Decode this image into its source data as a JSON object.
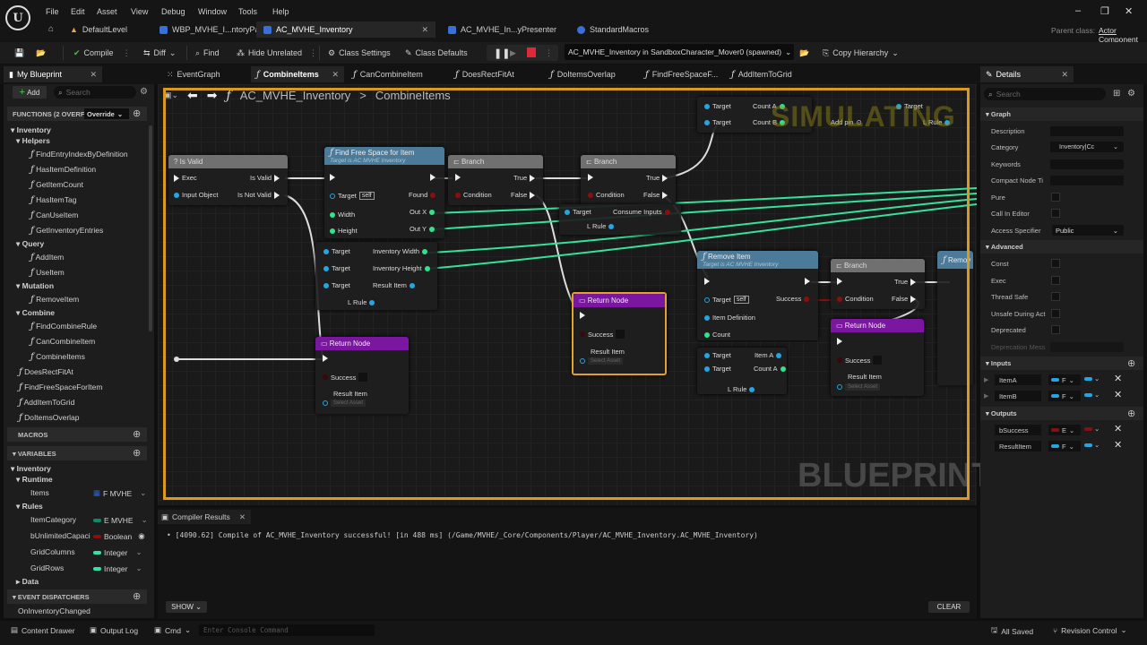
{
  "menu": [
    "File",
    "Edit",
    "Asset",
    "View",
    "Debug",
    "Window",
    "Tools",
    "Help"
  ],
  "doc_tabs": [
    {
      "label": "DefaultLevel",
      "active": false
    },
    {
      "label": "WBP_MVHE_I...ntoryPanel",
      "active": false
    },
    {
      "label": "AC_MVHE_Inventory",
      "active": true
    },
    {
      "label": "AC_MVHE_In...yPresenter",
      "active": false
    },
    {
      "label": "StandardMacros",
      "active": false
    }
  ],
  "parent_class": {
    "label": "Parent class:",
    "value": "Actor Component"
  },
  "toolbar": {
    "compile": "Compile",
    "diff": "Diff",
    "find": "Find",
    "hide_unrelated": "Hide Unrelated",
    "class_settings": "Class Settings",
    "class_defaults": "Class Defaults",
    "debug_object": "AC_MVHE_Inventory in SandboxCharacter_Mover0 (spawned)",
    "copy_hierarchy": "Copy Hierarchy"
  },
  "panel_tabs": {
    "my_blueprint": "My Blueprint",
    "graphs": [
      "EventGraph",
      "CombineItems",
      "CanCombineItem",
      "DoesRectFitAt",
      "DoItemsOverlap",
      "FindFreeSpaceF...",
      "AddItemToGrid"
    ],
    "details": "Details"
  },
  "my_blueprint": {
    "add": "Add",
    "search_placeholder": "Search",
    "functions_header": "FUNCTIONS (2 OVERF",
    "override": "Override",
    "inventory": "Inventory",
    "helpers": "Helpers",
    "helper_fns": [
      "FindEntryIndexByDefinition",
      "HasItemDefinition",
      "GetItemCount",
      "HasItemTag",
      "CanUseItem",
      "GetInventoryEntries"
    ],
    "query": "Query",
    "query_fns": [
      "AddItem",
      "UseItem"
    ],
    "mutation": "Mutation",
    "mutation_fns": [
      "RemoveItem"
    ],
    "combine": "Combine",
    "combine_fns": [
      "FindCombineRule",
      "CanCombineItem",
      "CombineItems"
    ],
    "root_fns": [
      "DoesRectFitAt",
      "FindFreeSpaceForItem",
      "AddItemToGrid",
      "DoItemsOverlap"
    ],
    "macros": "MACROS",
    "variables": "VARIABLES",
    "var_inventory": "Inventory",
    "runtime": "Runtime",
    "rules": "Rules",
    "data": "Data",
    "vars": [
      {
        "name": "Items",
        "type": "F MVHE",
        "color": "#2b63d6"
      },
      {
        "name": "ItemCategory",
        "type": "E MVHE",
        "color": "#0e8a6a"
      },
      {
        "name": "bUnlimitedCapaci",
        "type": "Boolean",
        "color": "#8a0f0f"
      },
      {
        "name": "GridColumns",
        "type": "Integer",
        "color": "#34e2a8"
      },
      {
        "name": "GridRows",
        "type": "Integer",
        "color": "#34e2a8"
      }
    ],
    "event_dispatchers": "EVENT DISPATCHERS",
    "dispatchers": [
      "OnInventoryChanged"
    ]
  },
  "graph": {
    "breadcrumb_owner": "AC_MVHE_Inventory",
    "breadcrumb_sep": ">",
    "breadcrumb_fn": "CombineItems",
    "sim_watermark": "SIMULATING",
    "bp_watermark": "BLUEPRINT",
    "nodes": {
      "is_valid": {
        "title": "Is Valid",
        "exec": "Exec",
        "input": "Input Object",
        "out1": "Is Valid",
        "out2": "Is Not Valid"
      },
      "find_free": {
        "title": "Find Free Space for Item",
        "subtitle": "Target is AC MVHE Inventory",
        "target": "Target",
        "self": "self",
        "found": "Found",
        "width": "Width",
        "height": "Height",
        "outx": "Out X",
        "outy": "Out Y"
      },
      "getters": {
        "target": "Target",
        "inv_w": "Inventory Width",
        "inv_h": "Inventory Height",
        "result": "Result Item",
        "lrule": "L Rule"
      },
      "branch1": {
        "title": "Branch",
        "cond": "Condition",
        "t": "True",
        "f": "False"
      },
      "branch2": {
        "title": "Branch",
        "cond": "Condition",
        "t": "True",
        "f": "False"
      },
      "consume": {
        "target": "Target",
        "consume": "Consume Inputs",
        "lrule": "L Rule"
      },
      "return1": {
        "title": "Return Node",
        "success": "Success",
        "result": "Result Item",
        "select": "Select Asset"
      },
      "return2": {
        "title": "Return Node",
        "success": "Success",
        "result": "Result Item",
        "select": "Select Asset"
      },
      "return3": {
        "title": "Return Node",
        "success": "Success",
        "result": "Result Item",
        "select": "Select Asset"
      },
      "top_right": {
        "target": "Target",
        "counta": "Count A",
        "countb": "Count B",
        "add_pin": "Add pin",
        "count": "Count",
        "itema": "Item A",
        "lrule": "L Rule"
      },
      "remove": {
        "title": "Remove Item",
        "subtitle": "Target is AC MVHE Inventory",
        "target": "Target",
        "self": "self",
        "success": "Success",
        "itemdef": "Item Definition",
        "count": "Count",
        "itema": "Item A",
        "counta": "Count A",
        "lrule": "L Rule"
      },
      "branch3": {
        "title": "Branch",
        "cond": "Condition",
        "t": "True",
        "f": "False"
      },
      "remove2": {
        "title": "Remov"
      }
    }
  },
  "compiler": {
    "tab": "Compiler Results",
    "message": "[4090.62] Compile of AC_MVHE_Inventory successful! [in 488 ms] (/Game/MVHE/_Core/Components/Player/AC_MVHE_Inventory.AC_MVHE_Inventory)",
    "show": "SHOW",
    "clear": "CLEAR"
  },
  "details": {
    "search_placeholder": "Search",
    "graph": "Graph",
    "rows": [
      "Description",
      "Category",
      "Keywords",
      "Compact Node Ti",
      "Pure",
      "Call In Editor",
      "Access Specifier"
    ],
    "category_value": "Inventory|Cc",
    "access_value": "Public",
    "advanced": "Advanced",
    "adv_rows": [
      "Const",
      "Exec",
      "Thread Safe",
      "Unsafe During Act",
      "Deprecated",
      "Deprecation Mess"
    ],
    "inputs": "Inputs",
    "input_params": [
      {
        "name": "ItemA",
        "type": "F",
        "color": "#23a6e3"
      },
      {
        "name": "ItemB",
        "type": "F",
        "color": "#23a6e3"
      }
    ],
    "outputs": "Outputs",
    "output_params": [
      {
        "name": "bSuccess",
        "type": "E",
        "color": "#8a0f0f"
      },
      {
        "name": "ResultItem",
        "type": "F",
        "color": "#23a6e3"
      }
    ]
  },
  "statusbar": {
    "content_drawer": "Content Drawer",
    "output_log": "Output Log",
    "cmd": "Cmd",
    "console_placeholder": "Enter Console Command",
    "all_saved": "All Saved",
    "revision_control": "Revision Control"
  }
}
